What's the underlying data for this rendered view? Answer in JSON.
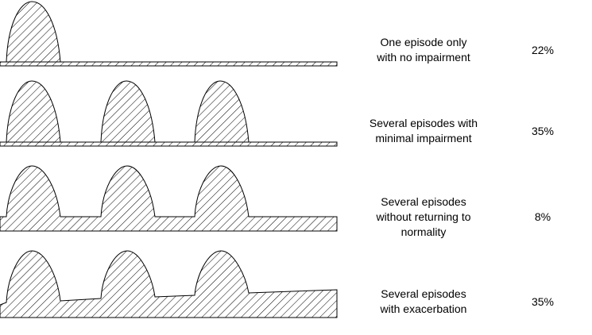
{
  "rows": [
    {
      "label": "One episode only\nwith no impairment",
      "percent": "22%"
    },
    {
      "label": "Several episodes with\nminimal impairment",
      "percent": "35%"
    },
    {
      "label": "Several episodes\nwithout returning to\nnormality",
      "percent": "8%"
    },
    {
      "label": "Several episodes\nwith exacerbation",
      "percent": "35%"
    }
  ],
  "colors": {
    "stroke": "#000000",
    "hatch": "#000000",
    "background": "#ffffff"
  }
}
